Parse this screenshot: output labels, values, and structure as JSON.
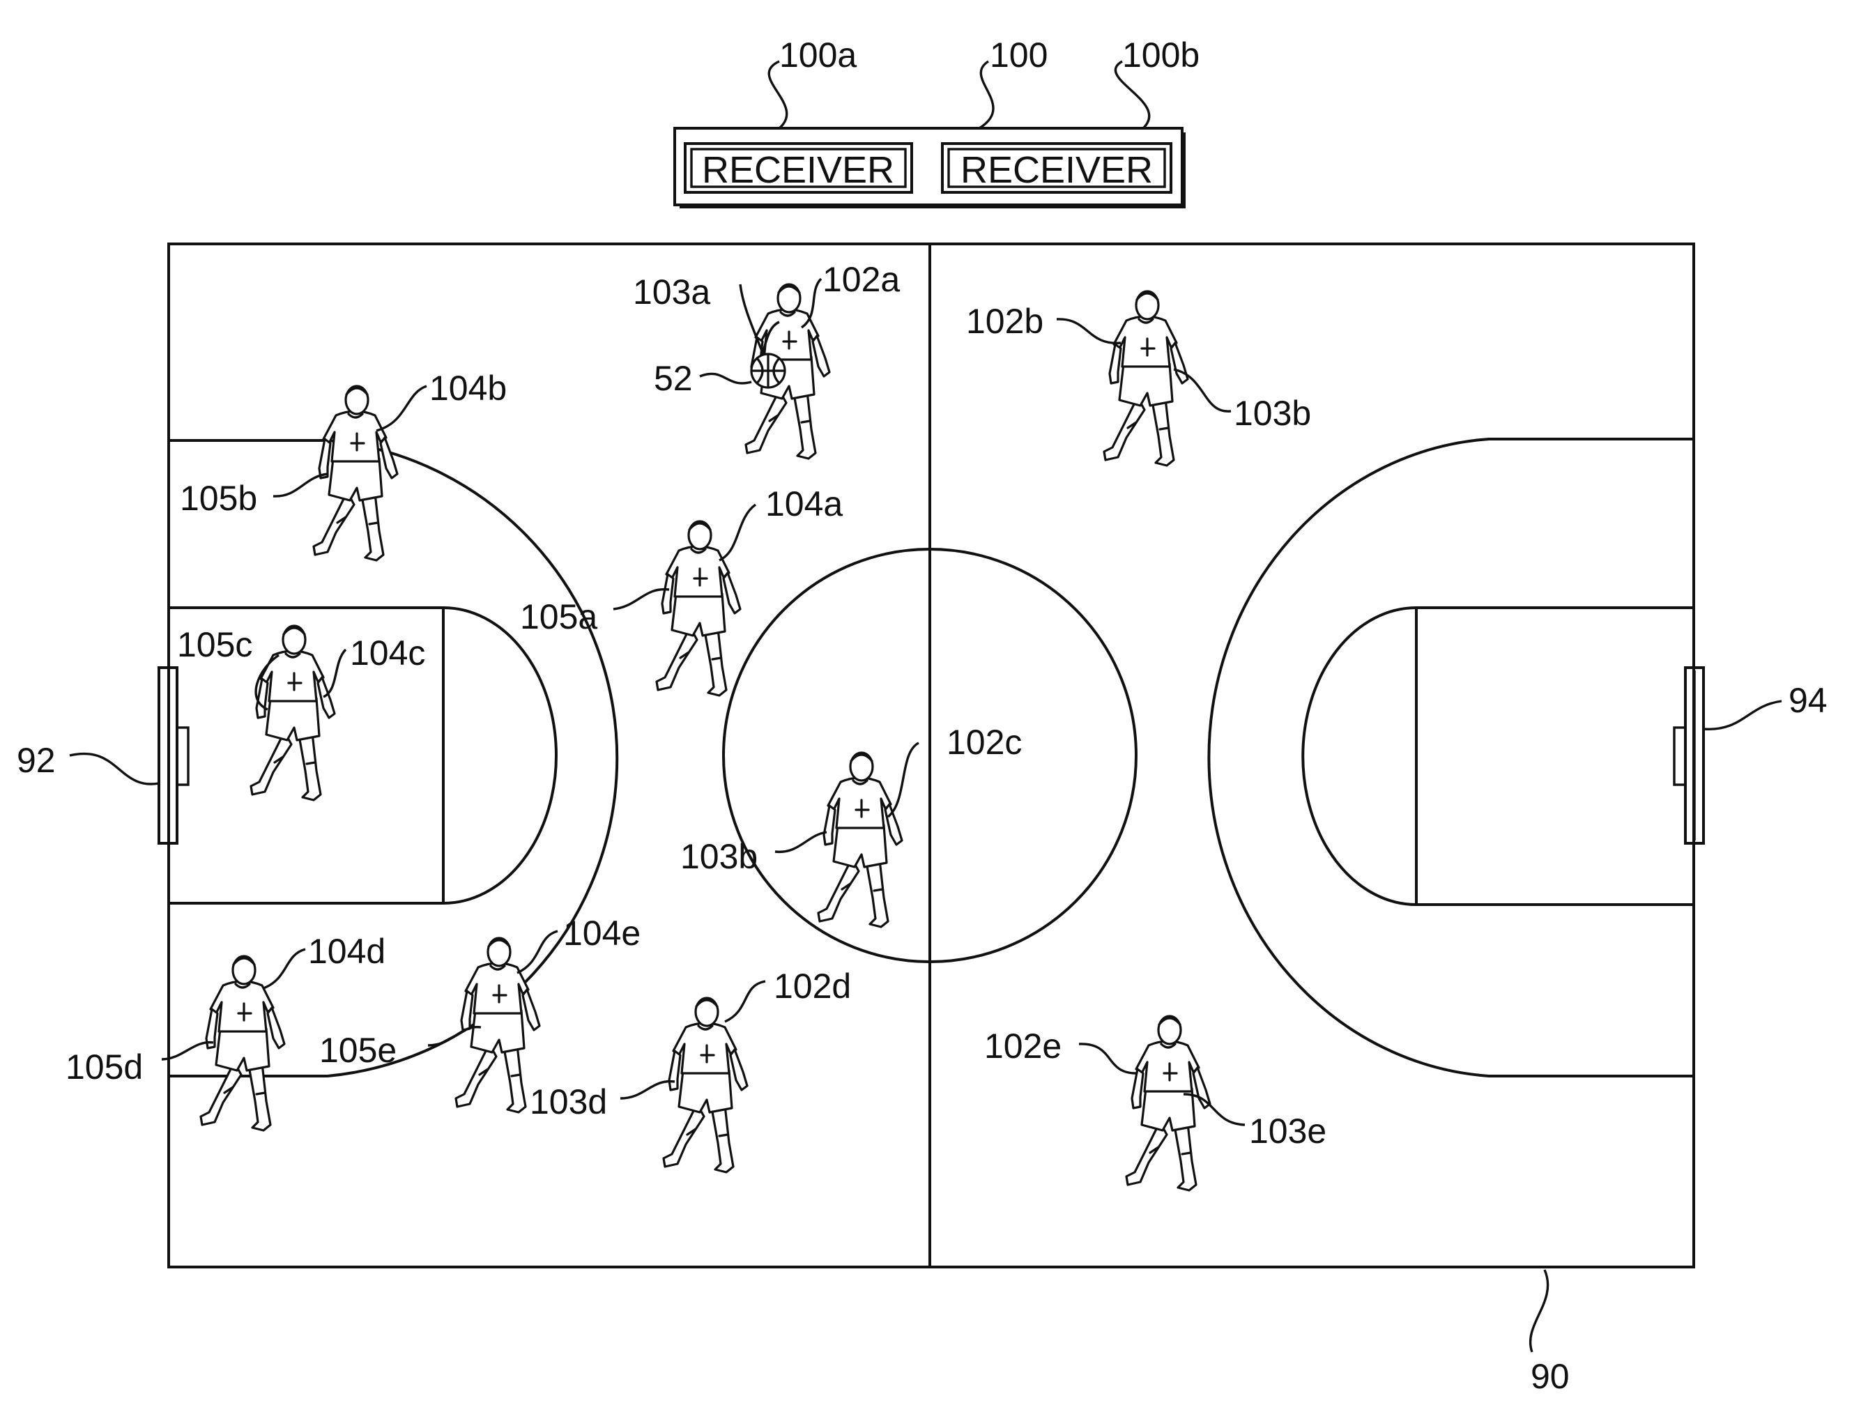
{
  "receiver_unit": {
    "label_left": "RECEIVER",
    "label_right": "RECEIVER",
    "ref_unit": "100",
    "ref_left": "100a",
    "ref_right": "100b"
  },
  "court": {
    "ref_court": "90",
    "ref_left_basket": "92",
    "ref_right_basket": "94"
  },
  "ball": {
    "ref": "52"
  },
  "players": [
    {
      "id": "p-102a",
      "player_ref": "102a",
      "tag_ref": "103a"
    },
    {
      "id": "p-102b",
      "player_ref": "102b",
      "tag_ref": "103b"
    },
    {
      "id": "p-102c",
      "player_ref": "102c",
      "tag_ref": "103b"
    },
    {
      "id": "p-102d",
      "player_ref": "102d",
      "tag_ref": "103d"
    },
    {
      "id": "p-102e",
      "player_ref": "102e",
      "tag_ref": "103e"
    },
    {
      "id": "p-104a",
      "player_ref": "104a",
      "tag_ref": "105a"
    },
    {
      "id": "p-104b",
      "player_ref": "104b",
      "tag_ref": "105b"
    },
    {
      "id": "p-104c",
      "player_ref": "104c",
      "tag_ref": "105c"
    },
    {
      "id": "p-104d",
      "player_ref": "104d",
      "tag_ref": "105d"
    },
    {
      "id": "p-104e",
      "player_ref": "104e",
      "tag_ref": "105e"
    }
  ]
}
